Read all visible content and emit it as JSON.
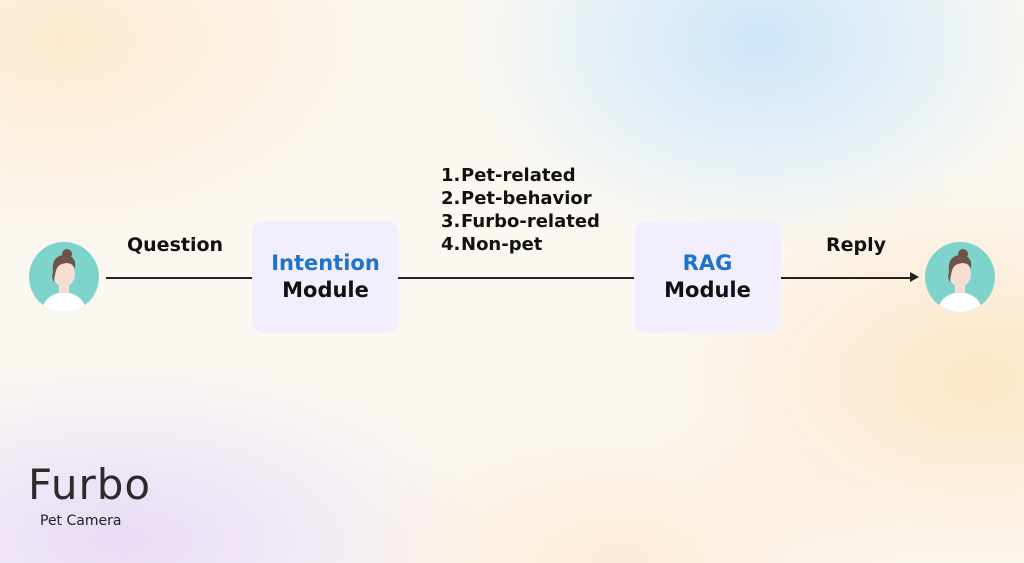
{
  "edges": {
    "question_label": "Question",
    "reply_label": "Reply"
  },
  "modules": {
    "intention": {
      "name": "Intention",
      "suffix": "Module"
    },
    "rag": {
      "name": "RAG",
      "suffix": "Module"
    }
  },
  "categories": [
    {
      "number": "1.",
      "label": "Pet-related"
    },
    {
      "number": "2.",
      "label": "Pet-behavior"
    },
    {
      "number": "3.",
      "label": "Furbo-related"
    },
    {
      "number": "4.",
      "label": "Non-pet"
    }
  ],
  "brand": {
    "name": "Furbo",
    "tagline": "Pet Camera"
  },
  "colors": {
    "module_fill": "#f3eefb",
    "module_name": "#1f73c9",
    "avatar_bg": "#7fd3cd",
    "avatar_hair": "#6e5448",
    "avatar_skin": "#f6ddd0"
  },
  "icons": {
    "user": "user-avatar-icon",
    "assistant": "user-avatar-icon"
  }
}
